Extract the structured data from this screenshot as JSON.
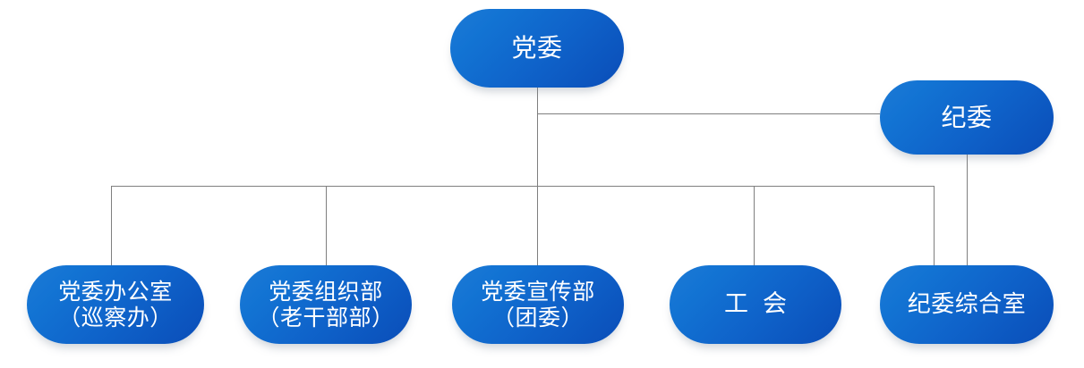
{
  "chart_data": {
    "type": "diagram",
    "subtype": "organization-chart",
    "title": "",
    "orientation": "top-down",
    "node_shape": "rounded-pill",
    "accent_color": "#0f63ca",
    "accent_color_light": "#1d7ad6",
    "accent_color_dark": "#0a4db8",
    "node_text_color": "#ffffff",
    "connector_color": "#7f7f7f",
    "background_color": "#ffffff",
    "nodes": [
      {
        "id": "dangwei",
        "label": "党委",
        "level": 0
      },
      {
        "id": "jiwei",
        "label": "纪委",
        "level": 1
      },
      {
        "id": "bangongshi",
        "label": "党委办公室\n（巡察办）",
        "level": 2
      },
      {
        "id": "zuzhibu",
        "label": "党委组织部\n（老干部部）",
        "level": 2
      },
      {
        "id": "xuanchuanbu",
        "label": "党委宣传部\n（团委）",
        "level": 2
      },
      {
        "id": "gonghui",
        "label": "工会",
        "level": 2
      },
      {
        "id": "zongheshi",
        "label": "纪委综合室",
        "level": 2
      }
    ],
    "edges": [
      {
        "from": "dangwei",
        "to": "jiwei"
      },
      {
        "from": "dangwei",
        "to": "bangongshi"
      },
      {
        "from": "dangwei",
        "to": "zuzhibu"
      },
      {
        "from": "dangwei",
        "to": "xuanchuanbu"
      },
      {
        "from": "dangwei",
        "to": "gonghui"
      },
      {
        "from": "dangwei",
        "to": "zongheshi"
      },
      {
        "from": "jiwei",
        "to": "zongheshi"
      }
    ]
  },
  "chart": {
    "nodes": {
      "dangwei": {
        "label": "党委"
      },
      "jiwei": {
        "label": "纪委"
      },
      "bangongshi": {
        "label": "党委办公室\n（巡察办）"
      },
      "zuzhibu": {
        "label": "党委组织部\n（老干部部）"
      },
      "xuanchuanbu": {
        "label": "党委宣传部\n（团委）"
      },
      "gonghui": {
        "label": "工会"
      },
      "zongheshi": {
        "label": "纪委综合室"
      }
    }
  }
}
